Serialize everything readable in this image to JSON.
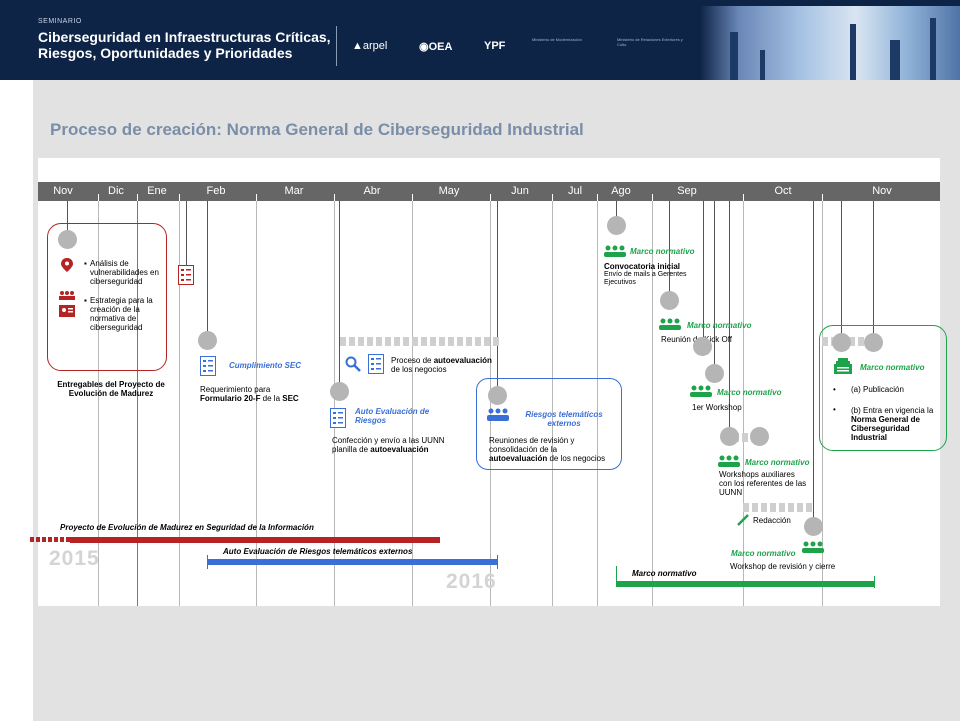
{
  "banner": {
    "seminar_label": "SEMINARIO",
    "title_line1": "Ciberseguridad en Infraestructuras Críticas,",
    "title_line2": "Riesgos, Oportunidades y Prioridades",
    "logos": [
      "arpel",
      "OEA",
      "YPF",
      "Ministerio de Modernización",
      "Ministerio de Relaciones Exteriores y Culto"
    ]
  },
  "slide_title": "Proceso de creación: Norma General de Ciberseguridad Industrial",
  "months": [
    "Nov",
    "Dic",
    "Ene",
    "Feb",
    "Mar",
    "Abr",
    "May",
    "Jun",
    "Jul",
    "Ago",
    "Sep",
    "Oct",
    "Nov"
  ],
  "red_box": {
    "item1": "Análisis de vulnerabilidades en ciberseguridad",
    "item2": "Estrategia para la creación de la normativa de ciberseguridad",
    "caption": "Entregables del Proyecto de Evolución de Madurez"
  },
  "sec": {
    "heading": "Cumplimiento SEC",
    "text_pre": "Requerimiento para ",
    "text_bold1": "Formulario 20-F",
    "text_mid": " de la ",
    "text_bold2": "SEC"
  },
  "autoeval_process": {
    "text_pre": "Proceso de ",
    "text_bold": "autoevaluación",
    "text_post": " de los negocios"
  },
  "auto_eval_riesgos": {
    "heading": "Auto Evaluación de Riesgos",
    "text_pre": "Confección y envío a las UUNN planilla de ",
    "text_bold": "autoevaluación"
  },
  "blue_box": {
    "heading": "Riesgos telemáticos externos",
    "text_pre": "Reuniones de revisión y consolidación de la ",
    "text_bold": "autoevaluación",
    "text_post": " de los negocios"
  },
  "convocatoria": {
    "tag": "Marco normativo",
    "title": "Convocatoria inicial",
    "sub": "Envío de mails a Gerentes Ejecutivos"
  },
  "kickoff": {
    "tag": "Marco normativo",
    "text": "Reunión de Kick Off"
  },
  "workshop1": {
    "tag": "Marco normativo",
    "text": "1er Workshop"
  },
  "workshops_aux": {
    "tag": "Marco normativo",
    "text": "Workshops auxiliares con los referentes de las UUNN"
  },
  "redaccion": {
    "text": "Redacción"
  },
  "workshop_final": {
    "tag": "Marco normativo",
    "text": "Workshop de revisión y cierre"
  },
  "green_box": {
    "tag": "Marco normativo",
    "item1": "(a) Publicación",
    "item2_pre": "(b) Entra en vigencia la ",
    "item2_bold": "Norma General de Ciberseguridad Industrial"
  },
  "bars": {
    "red_label": "Proyecto de Evolución de Madurez en Seguridad de la Información",
    "blue_label": "Auto Evaluación de Riesgos telemáticos externos",
    "green_label": "Marco normativo"
  },
  "years": {
    "y2015": "2015",
    "y2016": "2016"
  },
  "colors": {
    "red": "#b52323",
    "blue": "#3a6fd8",
    "green": "#1ea34a",
    "banner": "#0e2447"
  }
}
